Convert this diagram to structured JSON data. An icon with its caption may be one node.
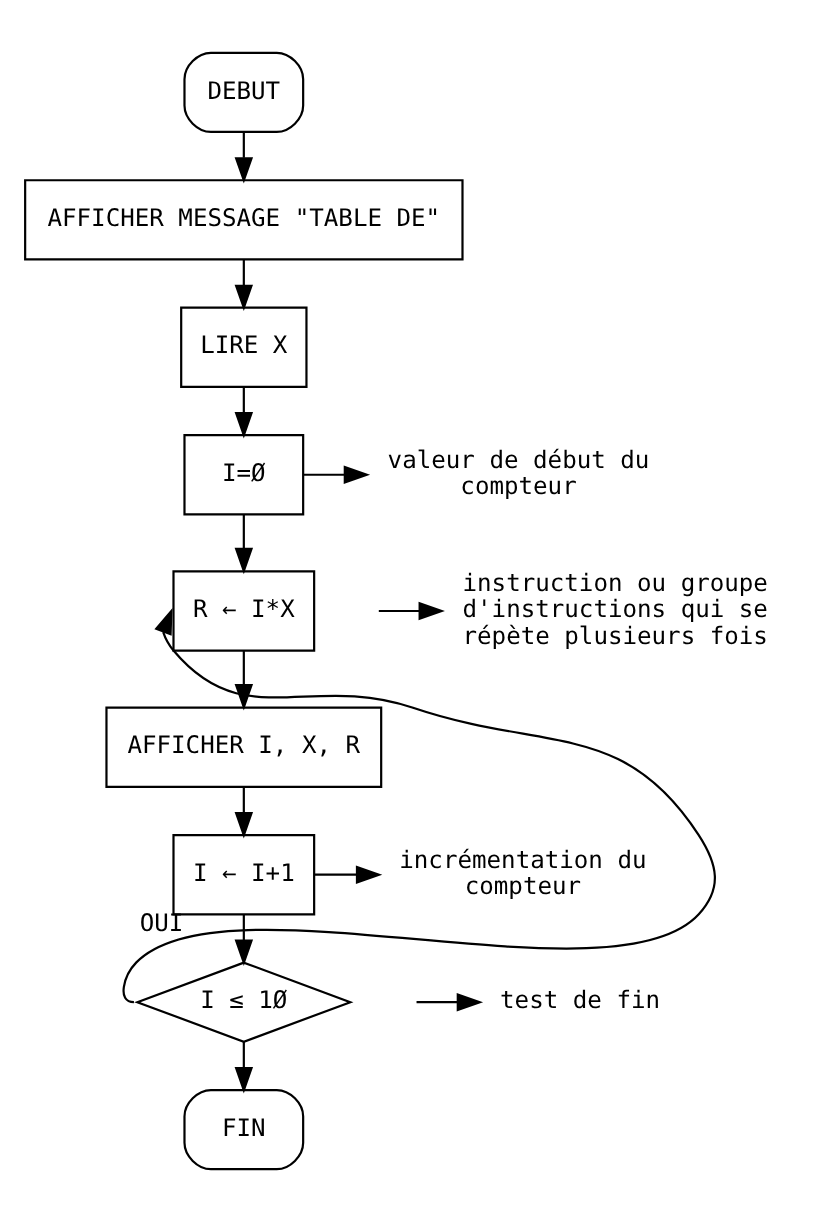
{
  "diagram": {
    "nodes": [
      {
        "text": [
          "DEBUT"
        ]
      },
      {
        "text": [
          "AFFICHER MESSAGE \"TABLE DE\""
        ]
      },
      {
        "text": [
          "LIRE X"
        ]
      },
      {
        "text": [
          "I=Ø"
        ]
      },
      {
        "text": [
          "R ← I*X"
        ]
      },
      {
        "text": [
          "AFFICHER I, X, R"
        ]
      },
      {
        "text": [
          "I ← I+1"
        ]
      },
      {
        "text": [
          "I ≤ 1Ø"
        ]
      },
      {
        "text": [
          "FIN"
        ]
      },
      {
        "text": [
          "valeur de début du compteur"
        ]
      },
      {
        "text": [
          "instruction ou groupe d'instructions qui se répète plusieurs fois"
        ]
      },
      {
        "text": [
          "incrémentation du compteur"
        ]
      },
      {
        "text": [
          "test de fin"
        ]
      }
    ],
    "edges": [
      {
        "from": 0,
        "to": 1,
        "arrow": "to"
      },
      {
        "from": 1,
        "to": 2,
        "arrow": "to"
      },
      {
        "from": 2,
        "to": 3,
        "arrow": "to"
      },
      {
        "from": 3,
        "to": 4,
        "arrow": "to"
      },
      {
        "from": 4,
        "to": 5,
        "arrow": "to"
      },
      {
        "from": 5,
        "to": 6,
        "arrow": "to"
      },
      {
        "from": 6,
        "to": 7,
        "arrow": "to"
      },
      {
        "from": 7,
        "to": 8,
        "arrow": "to"
      },
      {
        "from": 7,
        "to": 4,
        "arrow": "to",
        "label": "OUI"
      },
      {
        "from": 3,
        "to": 9,
        "arrow": "to"
      },
      {
        "from": null,
        "to": 10,
        "arrow": "to"
      },
      {
        "from": 6,
        "to": 11,
        "arrow": "to"
      },
      {
        "from": null,
        "to": 12,
        "arrow": "to"
      }
    ]
  }
}
